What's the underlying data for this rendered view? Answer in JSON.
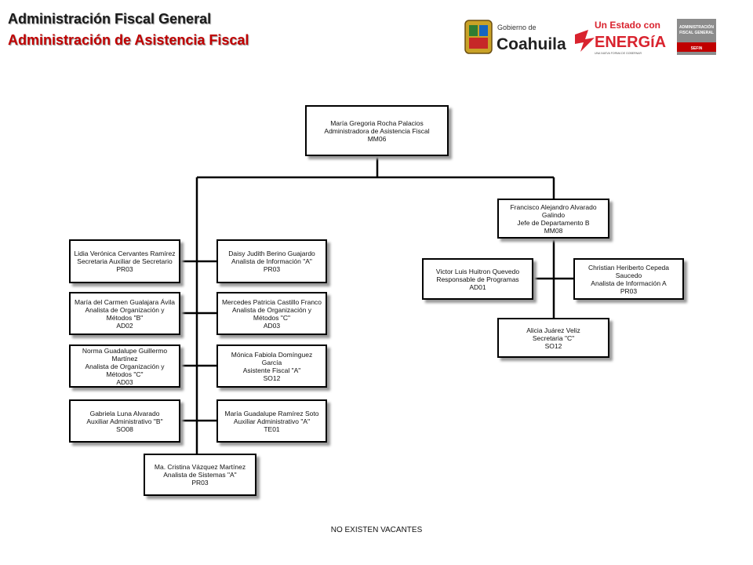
{
  "header": {
    "title": "Administración Fiscal General",
    "subtitle": "Administración de Asistencia Fiscal"
  },
  "logos": {
    "coahuila_small": "Gobierno de",
    "coahuila_big": "Coahuila",
    "energia_top": "Un Estado con",
    "energia_big": "ENERGíA",
    "energia_tag": "UNA NUEVA FORMA DE GOBERNAR",
    "afg_line1": "ADMINISTRACIÓN",
    "afg_line2": "FISCAL GENERAL",
    "afg_line3": "SEFIN"
  },
  "colors": {
    "title_red": "#c00000",
    "energia_red": "#d9232e",
    "afg_gray": "#8c8c8c"
  },
  "boxes": {
    "root": {
      "name": "María Gregoria Rocha Palacios",
      "role": "Administradora de Asistencia Fiscal",
      "code": "MM06"
    },
    "lidia": {
      "name": "Lidia Verónica Cervantes Ramírez",
      "role": "Secretaria Auxiliar de Secretario",
      "code": "PR03"
    },
    "daisy": {
      "name": "Daisy Judith Berino Guajardo",
      "role": "Analista de Información \"A\"",
      "code": "PR03"
    },
    "carmen": {
      "name": "María del Carmen Gualajara Ávila",
      "role": "Analista de Organización y Métodos \"B\"",
      "code": "AD02"
    },
    "mercedes": {
      "name": "Mercedes Patricia Castillo Franco",
      "role": "Analista de Organización y Métodos \"C\"",
      "code": "AD03"
    },
    "norma": {
      "name": "Norma Guadalupe Guillermo Martínez",
      "role": "Analista de Organización y Métodos \"C\"",
      "code": "AD03"
    },
    "monica": {
      "name": "Mónica Fabiola Domínguez García",
      "role": "Asistente Fiscal \"A\"",
      "code": "SO12"
    },
    "gabriela": {
      "name": "Gabriela Luna Alvarado",
      "role": "Auxiliar Administrativo \"B\"",
      "code": "SO08"
    },
    "guadalupe": {
      "name": "María Guadalupe Ramírez Soto",
      "role": "Auxiliar Administrativo \"A\"",
      "code": "TE01"
    },
    "cristina": {
      "name": "Ma. Cristina Vázquez Martínez",
      "role": "Analista de Sistemas \"A\"",
      "code": "PR03"
    },
    "francisco": {
      "name": "Francisco Alejandro Alvarado Galindo",
      "role": "Jefe de Departamento B",
      "code": "MM08"
    },
    "victor": {
      "name": "Victor Luis Huitron Quevedo",
      "role": "Responsable de Programas",
      "code": "AD01"
    },
    "christian": {
      "name": "Christian Heriberto Cepeda Saucedo",
      "role": "Analista de Información A",
      "code": "PR03"
    },
    "alicia": {
      "name": "Alicia Juárez Veliz",
      "role": "Secretaria \"C\"",
      "code": "SO12"
    }
  },
  "footer": "NO EXISTEN VACANTES"
}
